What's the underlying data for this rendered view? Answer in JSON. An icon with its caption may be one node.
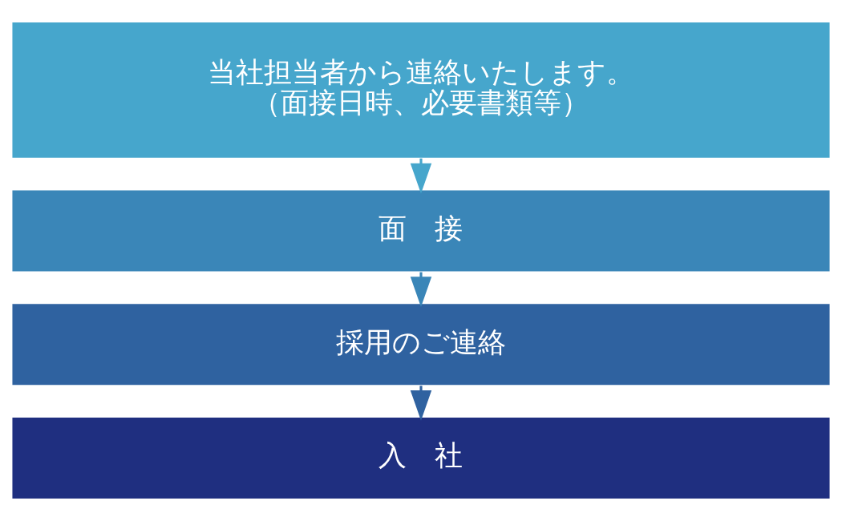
{
  "diagram": {
    "nodes": [
      {
        "text": [
          "当社担当者から連絡いたします。（面接日時、必要書類等）"
        ]
      },
      {
        "text": [
          "面　接"
        ]
      },
      {
        "text": [
          "採用のご連絡"
        ]
      },
      {
        "text": [
          "入　社"
        ]
      }
    ],
    "edges": [
      {
        "from": 0,
        "to": 1,
        "arrow": "to"
      },
      {
        "from": 1,
        "to": 2,
        "arrow": "to"
      },
      {
        "from": 2,
        "to": 3,
        "arrow": "to"
      }
    ]
  }
}
